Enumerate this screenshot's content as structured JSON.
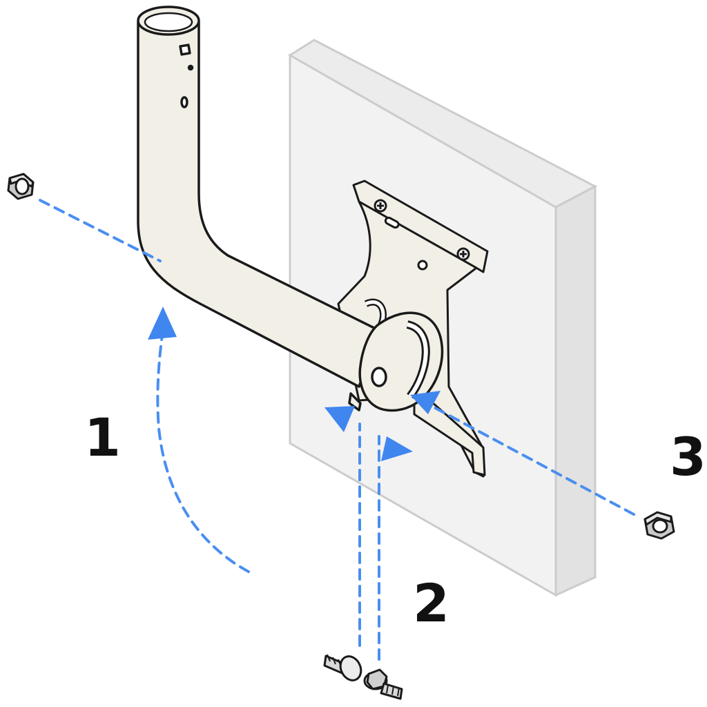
{
  "steps": [
    {
      "number": "1",
      "action": "rotate-arm-upward"
    },
    {
      "number": "2",
      "action": "insert-bolts-from-below"
    },
    {
      "number": "3",
      "action": "attach-nut"
    }
  ],
  "colors": {
    "guide_line": "#4a8ef0",
    "arrow": "#3f86ef",
    "wall": "#f1f1f1",
    "wall_edge": "#cfcfcf",
    "metal": "#f1efe6",
    "outline": "#1a1a1a",
    "hardware": "#d9d9d9"
  },
  "icons": [
    "nut-icon",
    "bolt-icon",
    "flanged-bolt-icon",
    "screw-head-icon"
  ]
}
